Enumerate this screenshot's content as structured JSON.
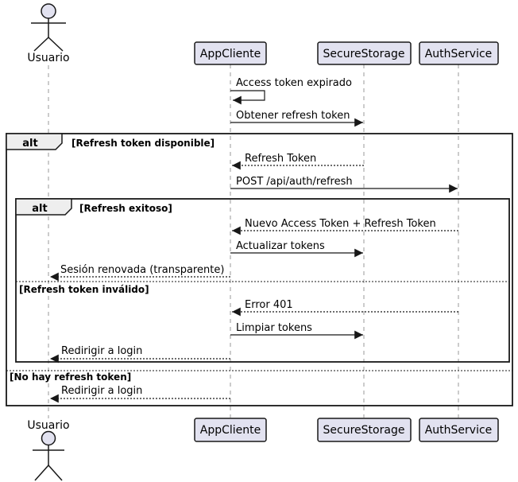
{
  "diagram": {
    "type": "uml-sequence-diagram",
    "actor": {
      "name": "Usuario"
    },
    "participants": [
      {
        "name": "AppCliente"
      },
      {
        "name": "SecureStorage"
      },
      {
        "name": "AuthService"
      }
    ],
    "messages": [
      {
        "label": "Access token expirado",
        "from": "AppCliente",
        "to": "AppCliente",
        "line": "solid",
        "kind": "self"
      },
      {
        "label": "Obtener refresh token",
        "from": "AppCliente",
        "to": "SecureStorage",
        "line": "solid"
      },
      {
        "label": "Refresh Token",
        "from": "SecureStorage",
        "to": "AppCliente",
        "line": "dashed"
      },
      {
        "label": "POST /api/auth/refresh",
        "from": "AppCliente",
        "to": "AuthService",
        "line": "solid"
      },
      {
        "label": "Nuevo Access Token + Refresh Token",
        "from": "AuthService",
        "to": "AppCliente",
        "line": "dashed"
      },
      {
        "label": "Actualizar tokens",
        "from": "AppCliente",
        "to": "SecureStorage",
        "line": "solid"
      },
      {
        "label": "Sesión renovada (transparente)",
        "from": "AppCliente",
        "to": "Usuario",
        "line": "dashed"
      },
      {
        "label": "Error 401",
        "from": "AuthService",
        "to": "AppCliente",
        "line": "dashed"
      },
      {
        "label": "Limpiar tokens",
        "from": "AppCliente",
        "to": "SecureStorage",
        "line": "solid"
      },
      {
        "label": "Redirigir a login",
        "from": "AppCliente",
        "to": "Usuario",
        "line": "dashed"
      },
      {
        "label": "Redirigir a login",
        "from": "AppCliente",
        "to": "Usuario",
        "line": "dashed"
      }
    ],
    "frames": [
      {
        "operator": "alt",
        "sections": [
          {
            "condition": "[Refresh token disponible]"
          },
          {
            "condition": "[No hay refresh token]"
          }
        ]
      },
      {
        "operator": "alt",
        "sections": [
          {
            "condition": "[Refresh exitoso]"
          },
          {
            "condition": "[Refresh token inválido]"
          }
        ]
      }
    ],
    "colors": {
      "background": "#FFFFFF",
      "participant_fill": "#E2E2F0",
      "participant_border": "#181818",
      "frame_border": "#181818",
      "operator_fill": "#EEEEEE",
      "lifeline": "#999999",
      "arrow": "#181818",
      "text": "#000000"
    }
  }
}
